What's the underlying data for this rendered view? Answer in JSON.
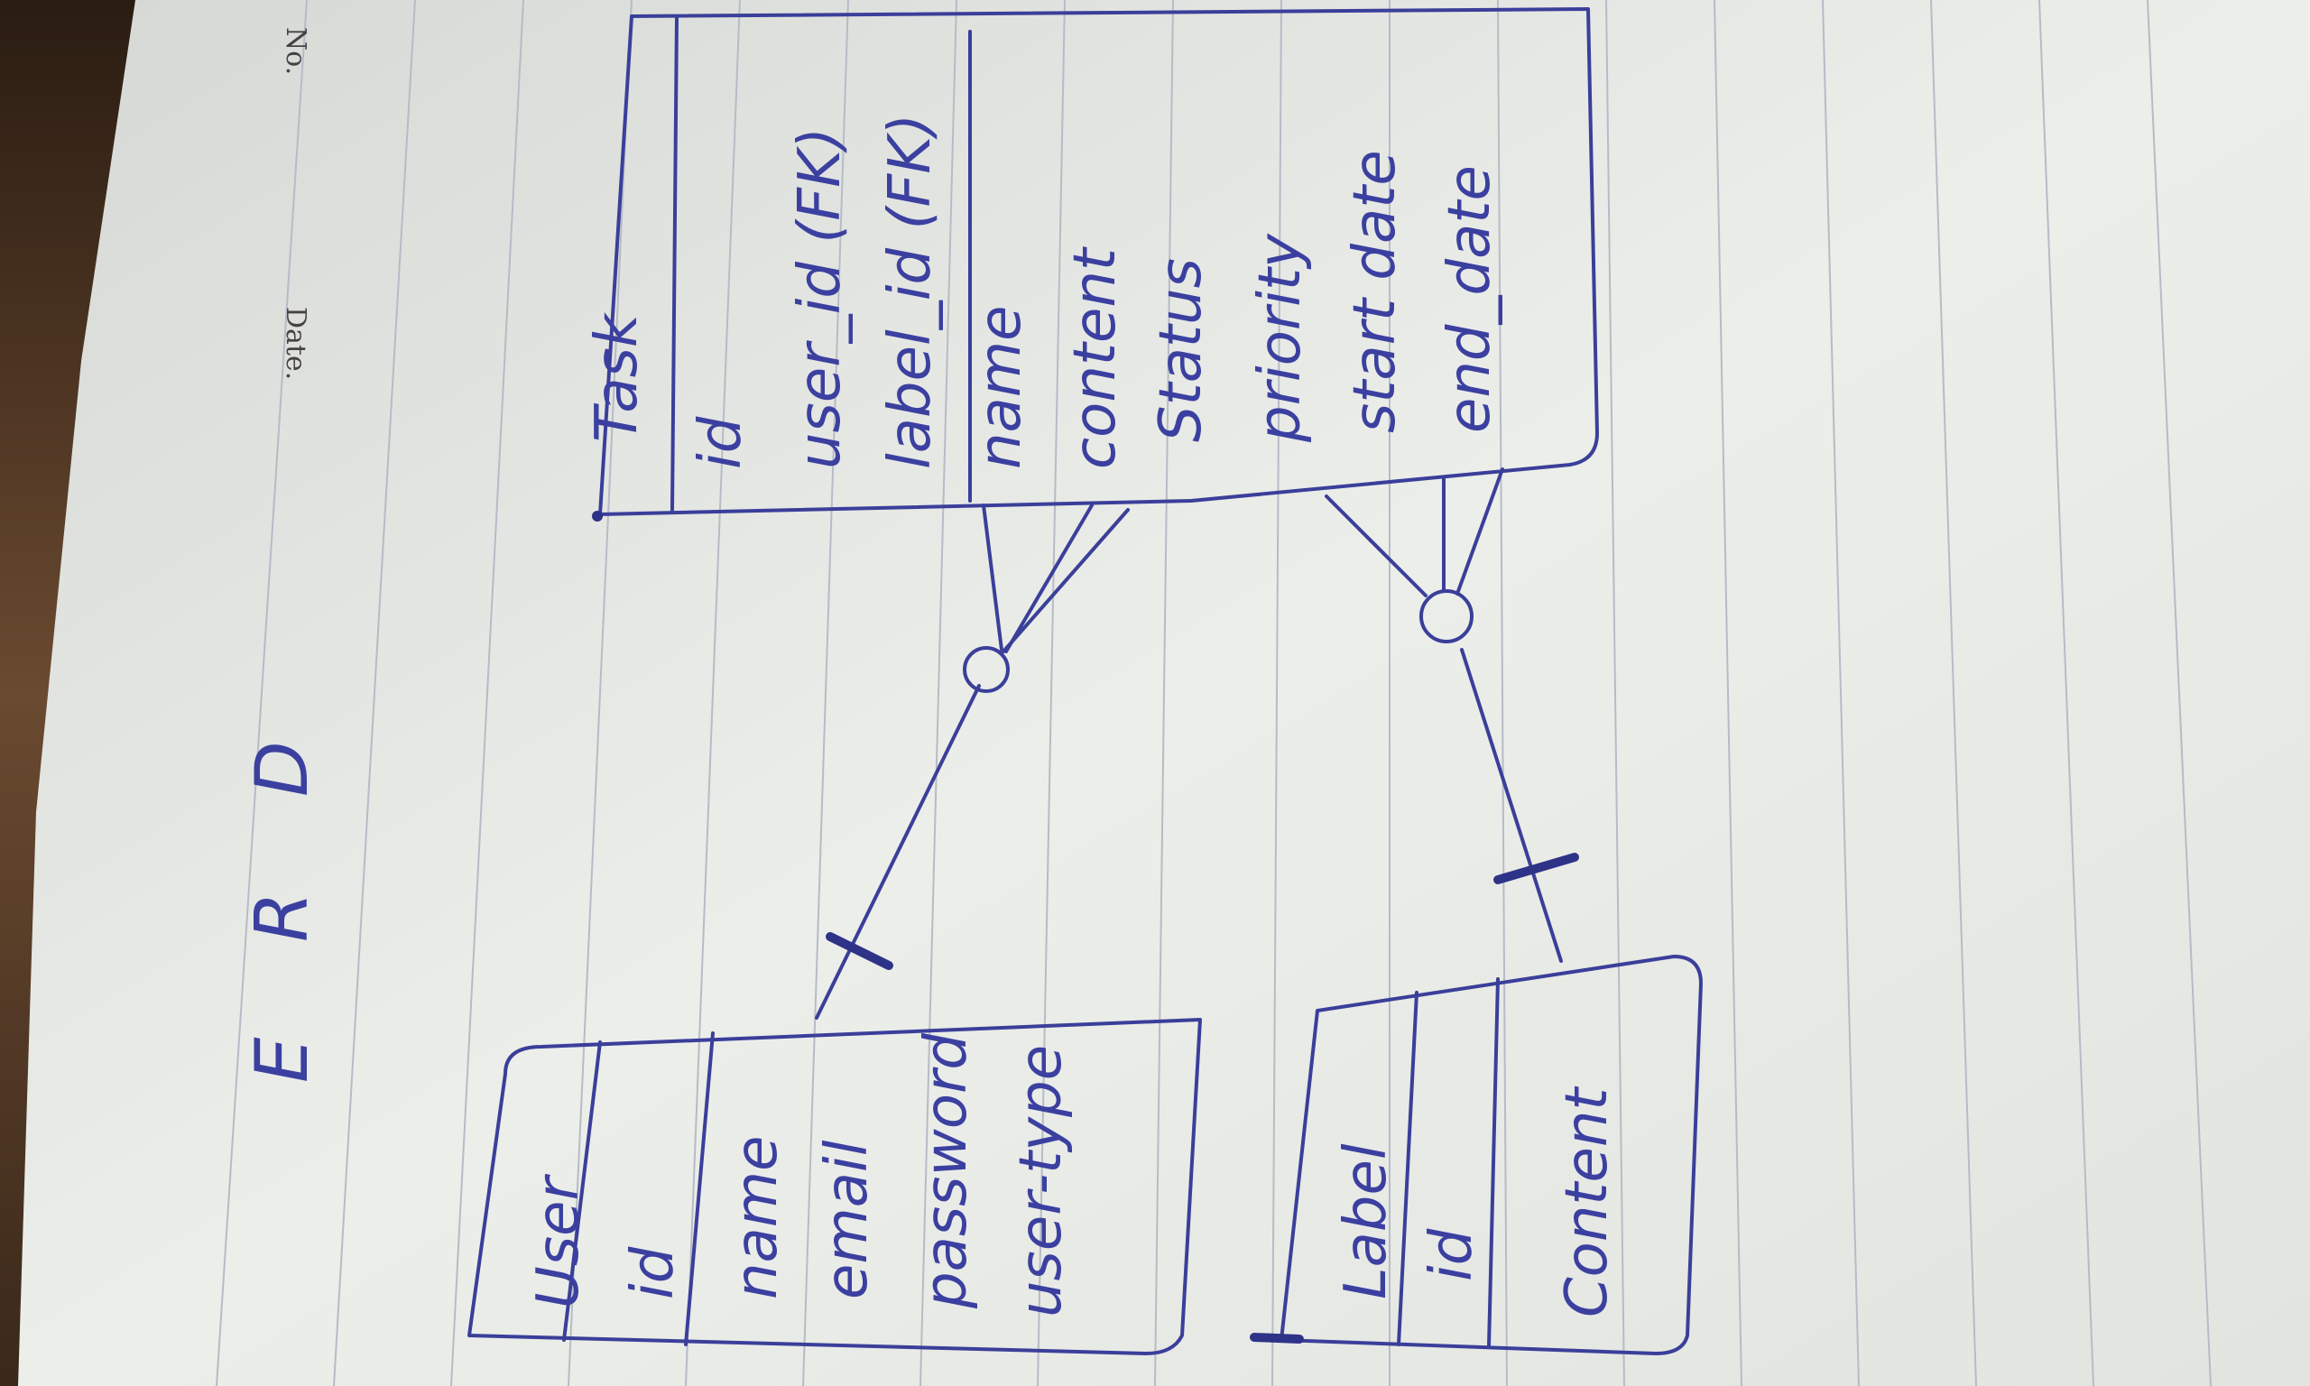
{
  "page_header": {
    "date_label": "Date.",
    "no_label": "No."
  },
  "diagram_title": "E R D",
  "entities": {
    "user": {
      "name": "User",
      "fields": [
        "id",
        "name",
        "email",
        "password",
        "user-type"
      ]
    },
    "task": {
      "name": "Task",
      "fields": [
        "id",
        "user_id (FK)",
        "label_id (FK)",
        "name",
        "content",
        "Status",
        "priority",
        "start date",
        "end_date"
      ]
    },
    "label": {
      "name": "Label",
      "fields": [
        "id",
        "Content"
      ]
    }
  },
  "colors": {
    "paper": "#e9ebe8",
    "ink": "#3a3f9a",
    "rule_line": "#b9bfc8",
    "desk": "#5b3e28"
  }
}
